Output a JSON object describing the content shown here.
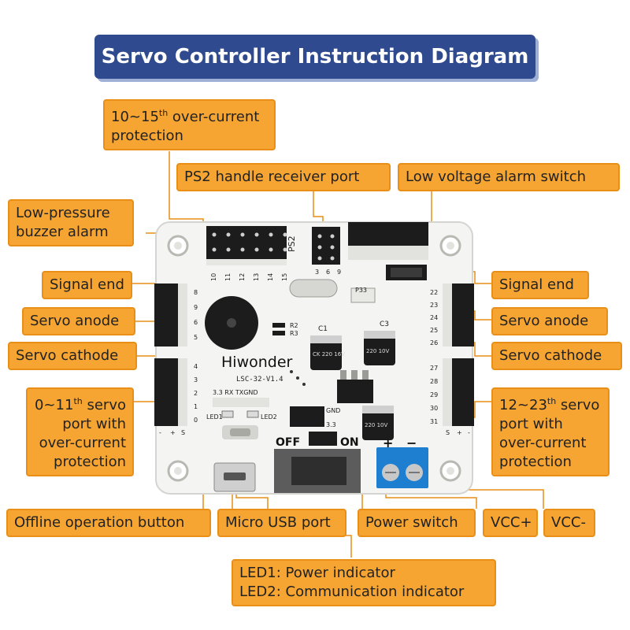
{
  "title": "Servo Controller Instruction Diagram",
  "labels": {
    "overcurrent_10_15_a": "10~15",
    "overcurrent_10_15_sup": "th",
    "overcurrent_10_15_b": "over-current protection",
    "ps2": "PS2 handle receiver port",
    "low_voltage": "Low voltage alarm switch",
    "buzzer": "Low-pressure buzzer alarm",
    "signal_left": "Signal end",
    "anode_left": "Servo anode",
    "cathode_left": "Servo cathode",
    "port_0_11_a": "0~11",
    "port_0_11_sup": "th",
    "port_0_11_b": "servo port with over-current protection",
    "signal_right": "Signal end",
    "anode_right": "Servo anode",
    "cathode_right": "Servo cathode",
    "port_12_23_a": "12~23",
    "port_12_23_sup": "th",
    "port_12_23_b": "servo port with over-current protection",
    "offline_button": "Offline operation button",
    "micro_usb": "Micro USB port",
    "power_switch": "Power switch",
    "vcc_plus": "VCC+",
    "vcc_minus": "VCC-",
    "led1": "LED1: Power indicator",
    "led2": "LED2: Communication indicator"
  },
  "board": {
    "brand": "Hiwonder",
    "model": "LSC-32-V1.4",
    "ps2_silk": "PS2",
    "p33_silk": "P33",
    "off": "OFF",
    "on": "ON",
    "gnd": "GND",
    "v33": "3.3",
    "uart": "3.3 RX TXGND",
    "led1": "LED1",
    "led2": "LED2",
    "plus": "+",
    "minus": "−",
    "c1": "C1",
    "c3": "C3",
    "r2": "R2",
    "r3": "R3",
    "cap_text": "CK 220 16V",
    "cap_text2": "220 10V",
    "top_nums": [
      "10",
      "11",
      "12",
      "13",
      "14",
      "15"
    ],
    "left_nums_a": [
      "8",
      "9",
      "6",
      "5"
    ],
    "left_nums_b": [
      "4",
      "3",
      "2",
      "1",
      "0"
    ],
    "right_nums_a": [
      "22",
      "23",
      "24",
      "25",
      "26"
    ],
    "right_nums_b": [
      "27",
      "28",
      "29",
      "30",
      "31"
    ],
    "ps2_nums": [
      "3",
      "6",
      "9"
    ],
    "bottom_pol": [
      "-",
      "+",
      "S"
    ]
  },
  "colors": {
    "title_bg": "#2f4a8e",
    "label_bg": "#f6a532",
    "leader_line": "#e98e17",
    "board": "#f4f4f2",
    "terminal_blue": "#1e7fd0"
  }
}
